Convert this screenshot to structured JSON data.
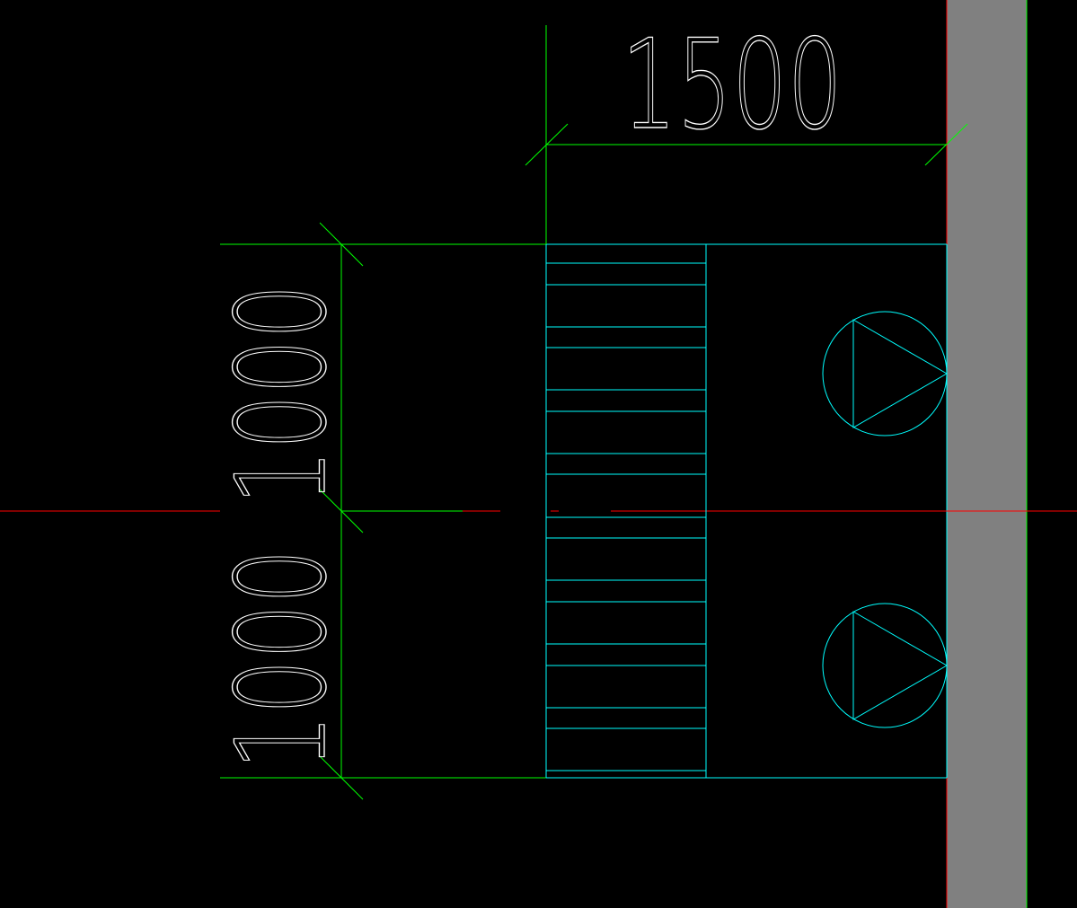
{
  "drawing": {
    "background": "#000000",
    "colors": {
      "dimension": "#00ff00",
      "geometry": "#00ffff",
      "text": "#ffffff",
      "axis": "#ff0000",
      "wall": "#808080"
    },
    "dimensions": {
      "horizontal_top": "1500",
      "vertical_upper": "1000",
      "vertical_lower": "1000"
    },
    "symbols": {
      "circle_triangle_count": 2
    }
  }
}
